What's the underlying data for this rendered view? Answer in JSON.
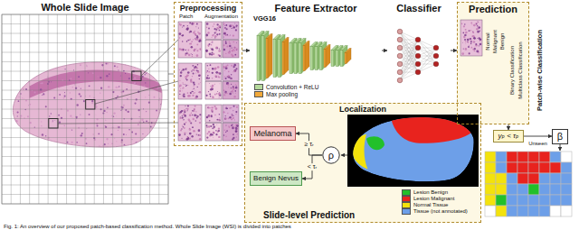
{
  "diagram": {
    "caption": "Fig. 1: An overview of our proposed patch-based classification method. Whole Slide Image (WSI) is divided into patches",
    "nodes": [
      {
        "text": [
          "Whole Slide Image"
        ]
      },
      {
        "text": [
          "Preprocessing"
        ]
      },
      {
        "text": [
          "Feature Extractor",
          "VGG16"
        ]
      },
      {
        "text": [
          "Classifier"
        ]
      },
      {
        "text": [
          "Prediction"
        ]
      },
      {
        "text": [
          "yₚ < τₚ"
        ]
      },
      {
        "text": [
          "β"
        ]
      },
      {
        "text": [
          "Localization",
          "Slide-level Prediction"
        ]
      },
      {
        "text": [
          "Melanoma"
        ],
        "in": 7
      },
      {
        "text": [
          "Benign Nevus"
        ],
        "in": 7
      },
      {
        "text": [
          "ρ"
        ],
        "in": 7
      }
    ],
    "edges": [
      {
        "from": 0,
        "to": 1,
        "arrow": "none"
      },
      {
        "from": 1,
        "to": 2,
        "arrow": "to"
      },
      {
        "from": 2,
        "to": 3,
        "arrow": "to"
      },
      {
        "from": 3,
        "to": 4,
        "arrow": "to"
      },
      {
        "from": 4,
        "to": 5,
        "arrow": "to"
      },
      {
        "from": 5,
        "to": 6,
        "label": "Unseen",
        "arrow": "to"
      },
      {
        "from": 10,
        "to": 8,
        "label": "≥ τᵣ",
        "arrow": "to"
      },
      {
        "from": 10,
        "to": 9,
        "label": "< τᵣ",
        "arrow": "to"
      }
    ],
    "labels": [
      "Patch",
      "Augmentation",
      "Normal",
      "Malignant",
      "Benign",
      "Binary Classification",
      "Multiclass Classification",
      "Patch-wise Classification"
    ],
    "legend": [
      {
        "text": "Convolution + ReLU",
        "color": "#b5d99c"
      },
      {
        "text": "Max pooling",
        "color": "#f2a93b"
      },
      {
        "text": "Lesion Benign",
        "color": "#22c02a"
      },
      {
        "text": "Lesion Malignant",
        "color": "#e8231e"
      },
      {
        "text": "Normal Tissue",
        "color": "#f3e20c"
      },
      {
        "text": "Tissue (not annotated)",
        "color": "#6d9fe8"
      }
    ]
  }
}
